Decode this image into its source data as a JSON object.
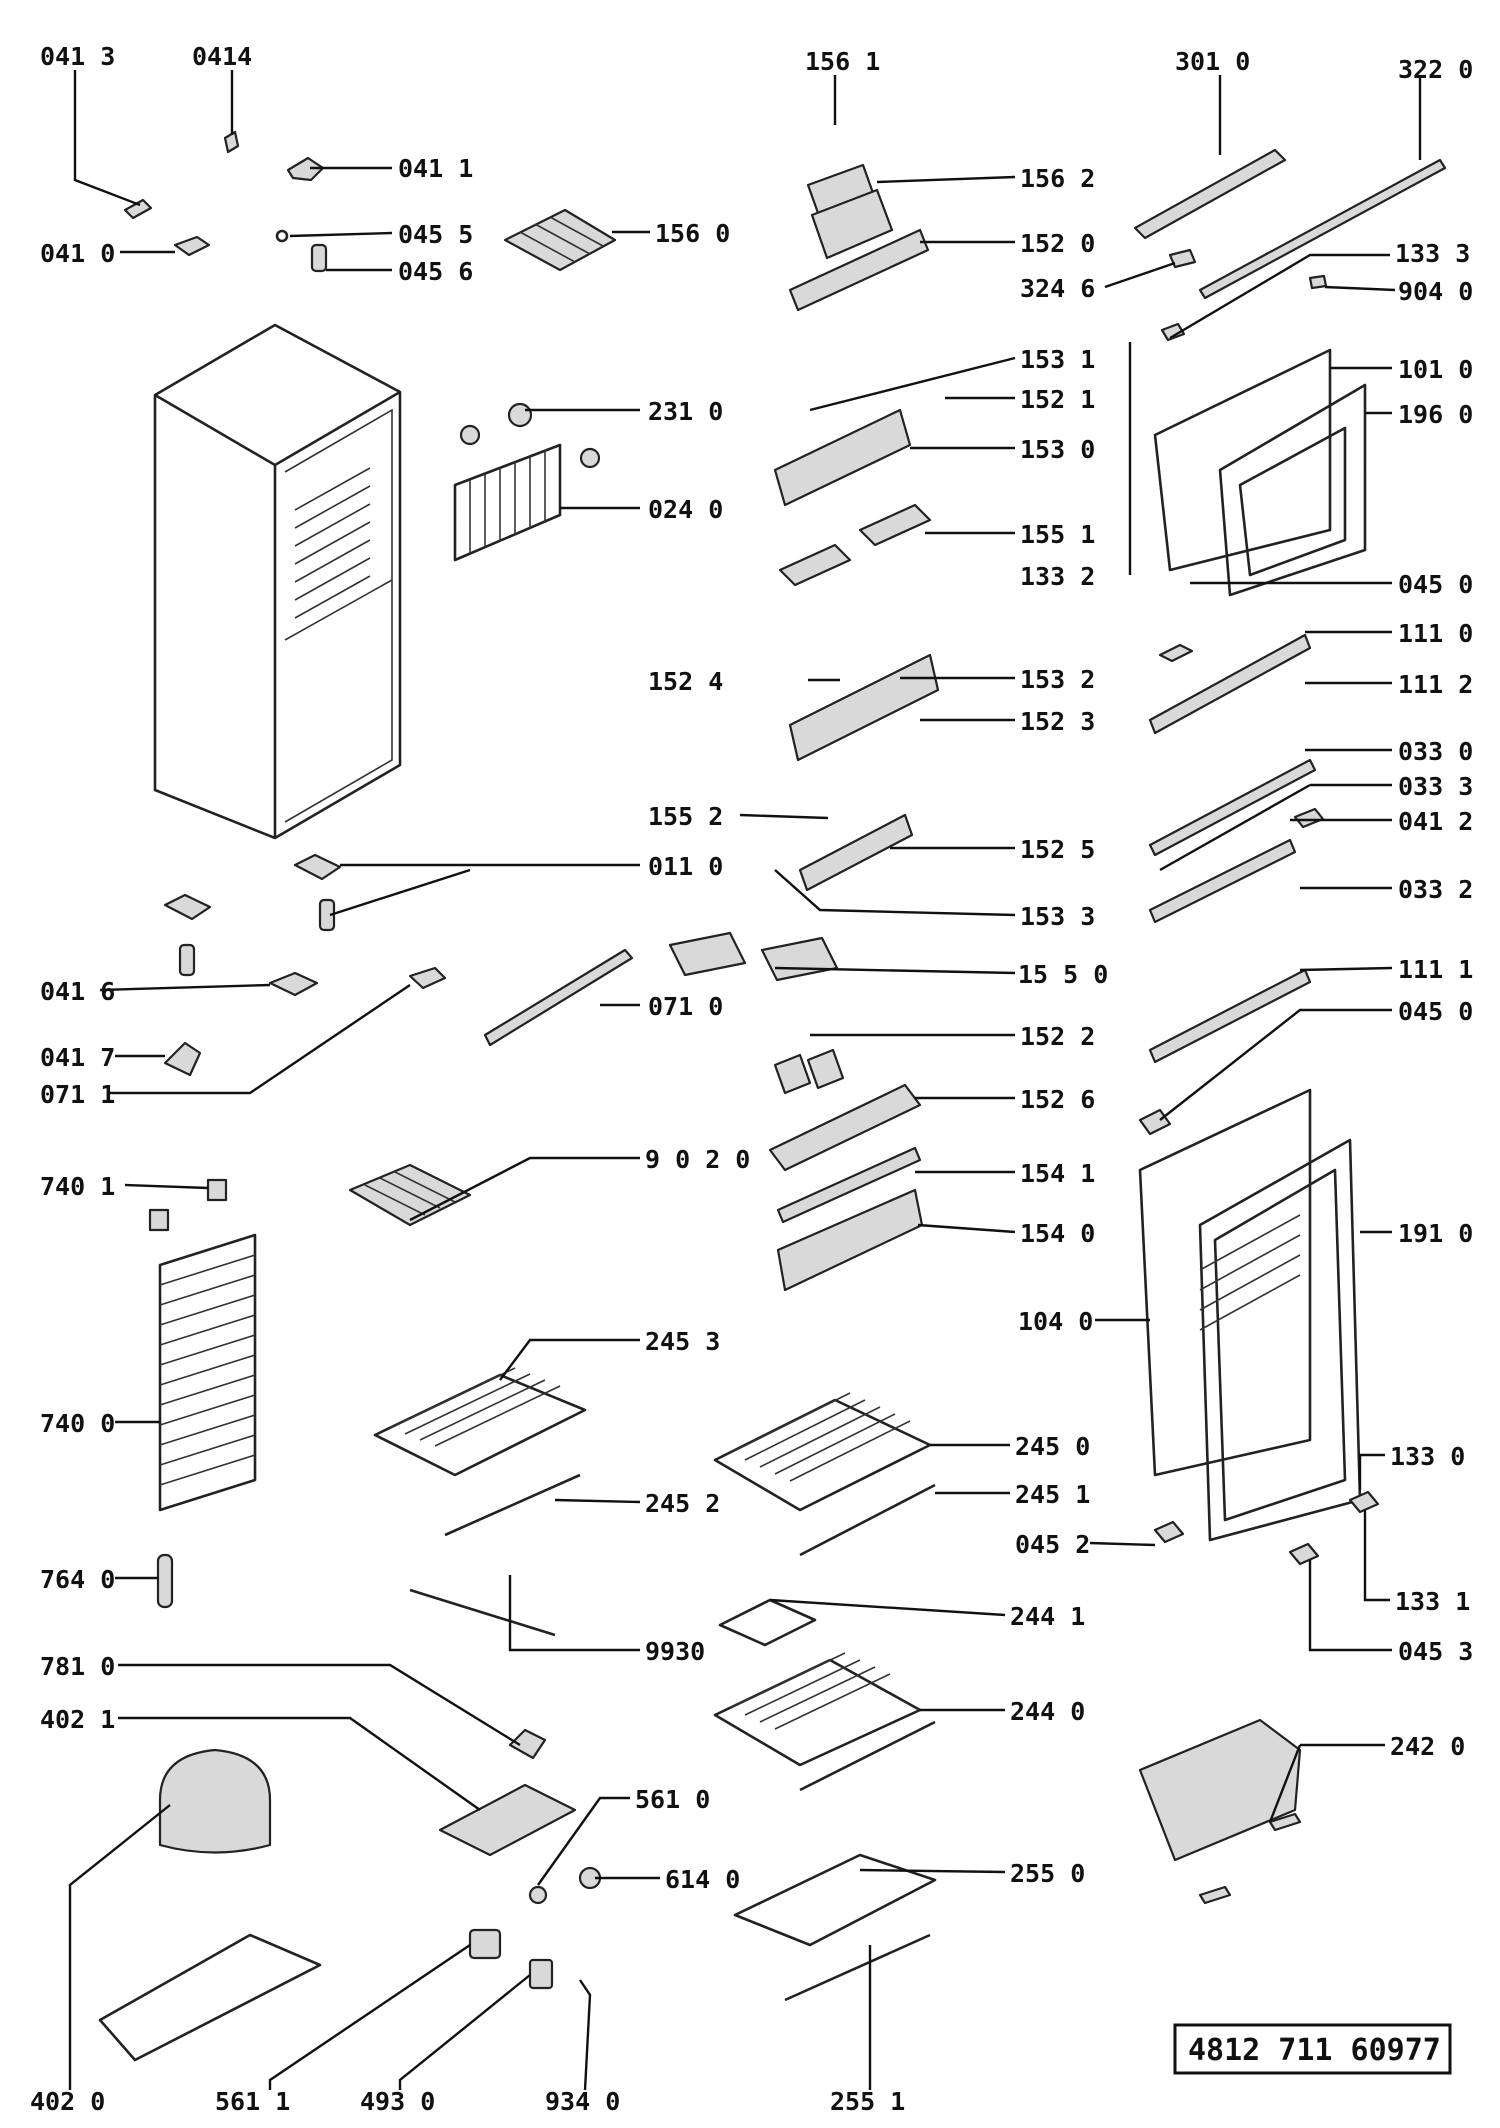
{
  "diagram": {
    "doc_number": "4812 711 60977",
    "labels": [
      {
        "id": "p0413",
        "text": "041 3"
      },
      {
        "id": "p0414",
        "text": "0414"
      },
      {
        "id": "p0411",
        "text": "041 1"
      },
      {
        "id": "p0410",
        "text": "041 0"
      },
      {
        "id": "p0455",
        "text": "045 5"
      },
      {
        "id": "p0456",
        "text": "045 6"
      },
      {
        "id": "p1560",
        "text": "156 0"
      },
      {
        "id": "p1561",
        "text": "156 1"
      },
      {
        "id": "p1562",
        "text": "156 2"
      },
      {
        "id": "p1520",
        "text": "152 0"
      },
      {
        "id": "p3010",
        "text": "301 0"
      },
      {
        "id": "p3220",
        "text": "322 0"
      },
      {
        "id": "p1333",
        "text": "133 3"
      },
      {
        "id": "p3246",
        "text": "324 6"
      },
      {
        "id": "p9040",
        "text": "904 0"
      },
      {
        "id": "p2310",
        "text": "231 0"
      },
      {
        "id": "p1531",
        "text": "153 1"
      },
      {
        "id": "p1521",
        "text": "152 1"
      },
      {
        "id": "p1010",
        "text": "101 0"
      },
      {
        "id": "p1960",
        "text": "196 0"
      },
      {
        "id": "p1530",
        "text": "153 0"
      },
      {
        "id": "p0240",
        "text": "024 0"
      },
      {
        "id": "p1551",
        "text": "155 1"
      },
      {
        "id": "p1332",
        "text": "133 2"
      },
      {
        "id": "p0450a",
        "text": "045 0"
      },
      {
        "id": "p1110",
        "text": "111 0"
      },
      {
        "id": "p1524",
        "text": "152 4"
      },
      {
        "id": "p1532",
        "text": "153 2"
      },
      {
        "id": "p1112",
        "text": "111 2"
      },
      {
        "id": "p1523",
        "text": "152 3"
      },
      {
        "id": "p0330",
        "text": "033 0"
      },
      {
        "id": "p0333",
        "text": "033 3"
      },
      {
        "id": "p1552",
        "text": "155 2"
      },
      {
        "id": "p0412",
        "text": "041 2"
      },
      {
        "id": "p1525",
        "text": "152 5"
      },
      {
        "id": "p0110",
        "text": "011 0"
      },
      {
        "id": "p0332",
        "text": "033 2"
      },
      {
        "id": "p1533",
        "text": "153 3"
      },
      {
        "id": "p0416",
        "text": "041 6"
      },
      {
        "id": "p1550",
        "text": "15 5 0"
      },
      {
        "id": "p1111",
        "text": "111 1"
      },
      {
        "id": "p0710",
        "text": "071 0"
      },
      {
        "id": "p0450b",
        "text": "045 0"
      },
      {
        "id": "p0417",
        "text": "041 7"
      },
      {
        "id": "p1522",
        "text": "152 2"
      },
      {
        "id": "p0711",
        "text": "071 1"
      },
      {
        "id": "p1526",
        "text": "152 6"
      },
      {
        "id": "p7401",
        "text": "740 1"
      },
      {
        "id": "p9020",
        "text": "9 0 2 0"
      },
      {
        "id": "p1541",
        "text": "154 1"
      },
      {
        "id": "p1910",
        "text": "191 0"
      },
      {
        "id": "p1540",
        "text": "154 0"
      },
      {
        "id": "p1040",
        "text": "104 0"
      },
      {
        "id": "p2453",
        "text": "245 3"
      },
      {
        "id": "p7400",
        "text": "740 0"
      },
      {
        "id": "p2450",
        "text": "245 0"
      },
      {
        "id": "p1330",
        "text": "133 0"
      },
      {
        "id": "p2452",
        "text": "245 2"
      },
      {
        "id": "p2451",
        "text": "245 1"
      },
      {
        "id": "p0452",
        "text": "045 2"
      },
      {
        "id": "p7640",
        "text": "764 0"
      },
      {
        "id": "p1331",
        "text": "133 1"
      },
      {
        "id": "p9930",
        "text": "9930"
      },
      {
        "id": "p0453",
        "text": "045 3"
      },
      {
        "id": "p2441",
        "text": "244 1"
      },
      {
        "id": "p7810",
        "text": "781 0"
      },
      {
        "id": "p2440",
        "text": "244 0"
      },
      {
        "id": "p4021",
        "text": "402 1"
      },
      {
        "id": "p2420",
        "text": "242 0"
      },
      {
        "id": "p5610",
        "text": "561 0"
      },
      {
        "id": "p2550",
        "text": "255 0"
      },
      {
        "id": "p6140",
        "text": "614 0"
      },
      {
        "id": "p4020",
        "text": "402 0"
      },
      {
        "id": "p5611",
        "text": "561 1"
      },
      {
        "id": "p4930",
        "text": "493 0"
      },
      {
        "id": "p9340",
        "text": "934 0"
      },
      {
        "id": "p2551",
        "text": "255 1"
      }
    ]
  }
}
